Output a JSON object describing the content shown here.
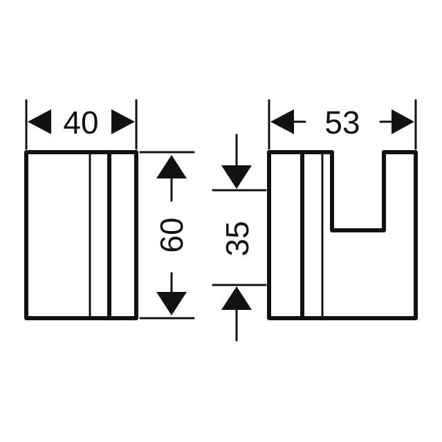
{
  "dimensions": {
    "width_front": "40",
    "height": "60",
    "hook_depth": "35",
    "width_side": "53"
  },
  "colors": {
    "line": "#111111",
    "background": "#ffffff"
  }
}
